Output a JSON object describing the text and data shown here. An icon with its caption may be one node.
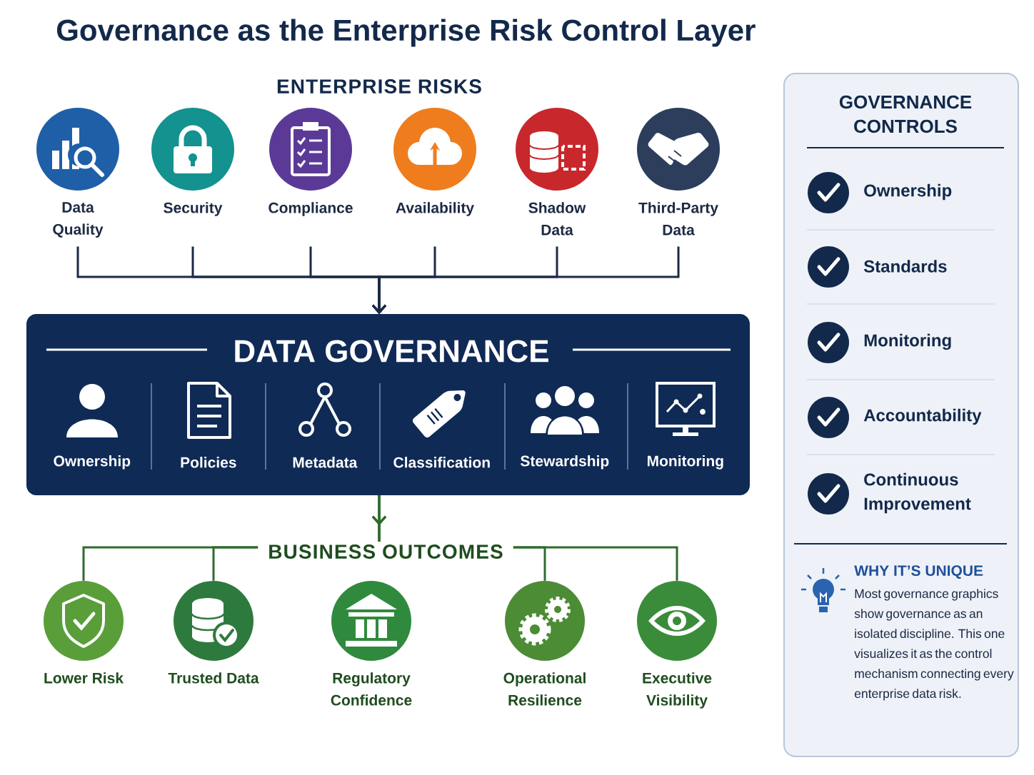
{
  "diagram": {
    "title": "Governance as the Enterprise Risk Control Layer",
    "nodes": [
      {
        "text": [
          "Data Quality"
        ]
      },
      {
        "text": [
          "Security"
        ]
      },
      {
        "text": [
          "Compliance"
        ]
      },
      {
        "text": [
          "Availability"
        ]
      },
      {
        "text": [
          "Shadow Data"
        ]
      },
      {
        "text": [
          "Third-Party Data"
        ]
      },
      {
        "text": [
          "DATA GOVERNANCE"
        ]
      },
      {
        "text": [
          "Ownership"
        ],
        "in": 6
      },
      {
        "text": [
          "Policies"
        ],
        "in": 6
      },
      {
        "text": [
          "Metadata"
        ],
        "in": 6
      },
      {
        "text": [
          "Classification"
        ],
        "in": 6
      },
      {
        "text": [
          "Stewardship"
        ],
        "in": 6
      },
      {
        "text": [
          "Monitoring"
        ],
        "in": 6
      },
      {
        "text": [
          "Lower Risk"
        ]
      },
      {
        "text": [
          "Trusted Data"
        ]
      },
      {
        "text": [
          "Regulatory Confidence"
        ]
      },
      {
        "text": [
          "Operational Resilience"
        ]
      },
      {
        "text": [
          "Executive Visibility"
        ]
      },
      {
        "text": [
          "GOVERNANCE CONTROLS"
        ]
      },
      {
        "text": [
          "Ownership"
        ],
        "in": 18
      },
      {
        "text": [
          "Standards"
        ],
        "in": 18
      },
      {
        "text": [
          "Monitoring"
        ],
        "in": 18
      },
      {
        "text": [
          "Accountability"
        ],
        "in": 18
      },
      {
        "text": [
          "Continuous Improvement"
        ],
        "in": 18
      },
      {
        "text": [
          "WHY IT’S UNIQUE",
          "Most governance graphics show governance as an isolated discipline. This one visualizes it as the control mechanism connecting every enterprise data risk."
        ],
        "in": 18
      }
    ],
    "edges": [
      {
        "from": 0,
        "to": 6,
        "arrow": "to"
      },
      {
        "from": 1,
        "to": 6,
        "arrow": "to"
      },
      {
        "from": 2,
        "to": 6,
        "arrow": "to"
      },
      {
        "from": 3,
        "to": 6,
        "arrow": "to"
      },
      {
        "from": 4,
        "to": 6,
        "arrow": "to"
      },
      {
        "from": 5,
        "to": 6,
        "arrow": "to"
      },
      {
        "from": 6,
        "to": 13,
        "arrow": "to",
        "color": "#2f6b2f"
      },
      {
        "from": 6,
        "to": 14,
        "arrow": "to",
        "color": "#2f6b2f"
      },
      {
        "from": 6,
        "to": 16,
        "arrow": "to",
        "color": "#2f6b2f"
      },
      {
        "from": 6,
        "to": 17,
        "arrow": "to",
        "color": "#2f6b2f"
      }
    ],
    "labels": [
      "ENTERPRISE RISKS",
      "BUSINESS OUTCOMES"
    ]
  }
}
